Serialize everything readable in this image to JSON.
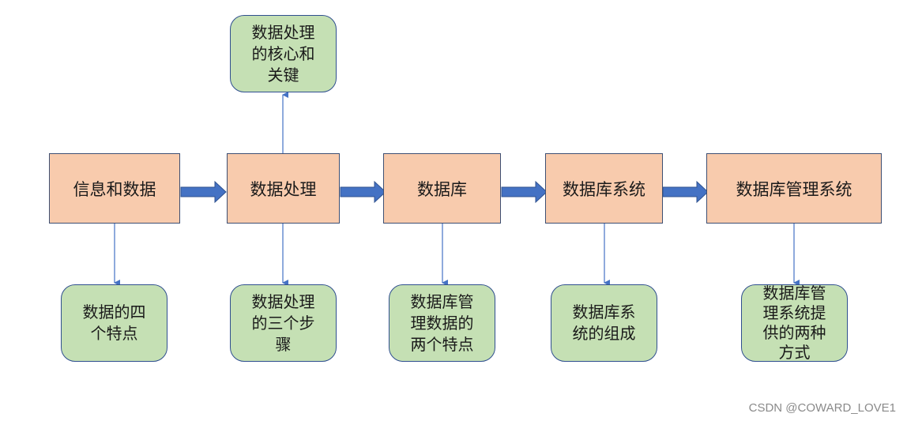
{
  "main_nodes": [
    {
      "id": "info",
      "label": "信息和数据"
    },
    {
      "id": "proc",
      "label": "数据处理"
    },
    {
      "id": "db",
      "label": "数据库"
    },
    {
      "id": "dbs",
      "label": "数据库系统"
    },
    {
      "id": "dbms",
      "label": "数据库管理系统"
    }
  ],
  "sub_nodes": [
    {
      "id": "core",
      "label": "数据处理\n的核心和\n关键"
    },
    {
      "id": "four",
      "label": "数据的四\n个特点"
    },
    {
      "id": "steps",
      "label": "数据处理\n的三个步\n骤"
    },
    {
      "id": "two",
      "label": "数据库管\n理数据的\n两个特点"
    },
    {
      "id": "comp",
      "label": "数据库系\n统的组成"
    },
    {
      "id": "ways",
      "label": "数据库管\n理系统提\n供的两种\n方式"
    }
  ],
  "colors": {
    "main_fill": "#f8cbad",
    "sub_fill": "#c5e0b4",
    "arrow": "#4472c4"
  },
  "watermark": "CSDN @COWARD_LOVE1"
}
